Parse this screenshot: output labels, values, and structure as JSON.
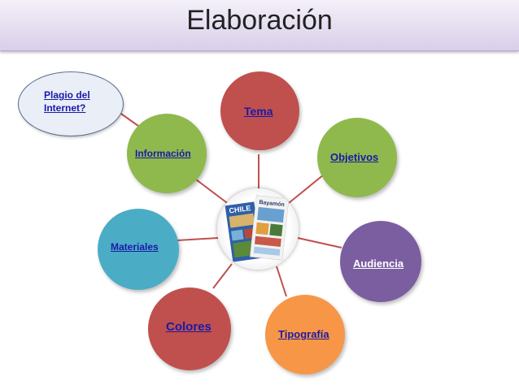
{
  "title": "Elaboración",
  "nodes": {
    "tema": {
      "label": "Tema",
      "color": "#c0504d"
    },
    "objetivos": {
      "label": "Objetivos",
      "color": "#8fb94d"
    },
    "audiencia": {
      "label": "Audiencia",
      "color": "#7b5ea0"
    },
    "tipografia": {
      "label": "Tipografía",
      "color": "#f79646"
    },
    "colores": {
      "label": "Colores",
      "color": "#c0504d"
    },
    "materiales": {
      "label": "Materiales",
      "color": "#4bacc6"
    },
    "informacion": {
      "label": "Información",
      "color": "#8fb94d"
    }
  },
  "callout": {
    "text_line1": "Plagio del",
    "text_line2": "Internet?"
  },
  "center": {
    "brochure1_title": "CHILE",
    "brochure2_title": "Bayamón"
  },
  "connector_color": "#c0504d"
}
